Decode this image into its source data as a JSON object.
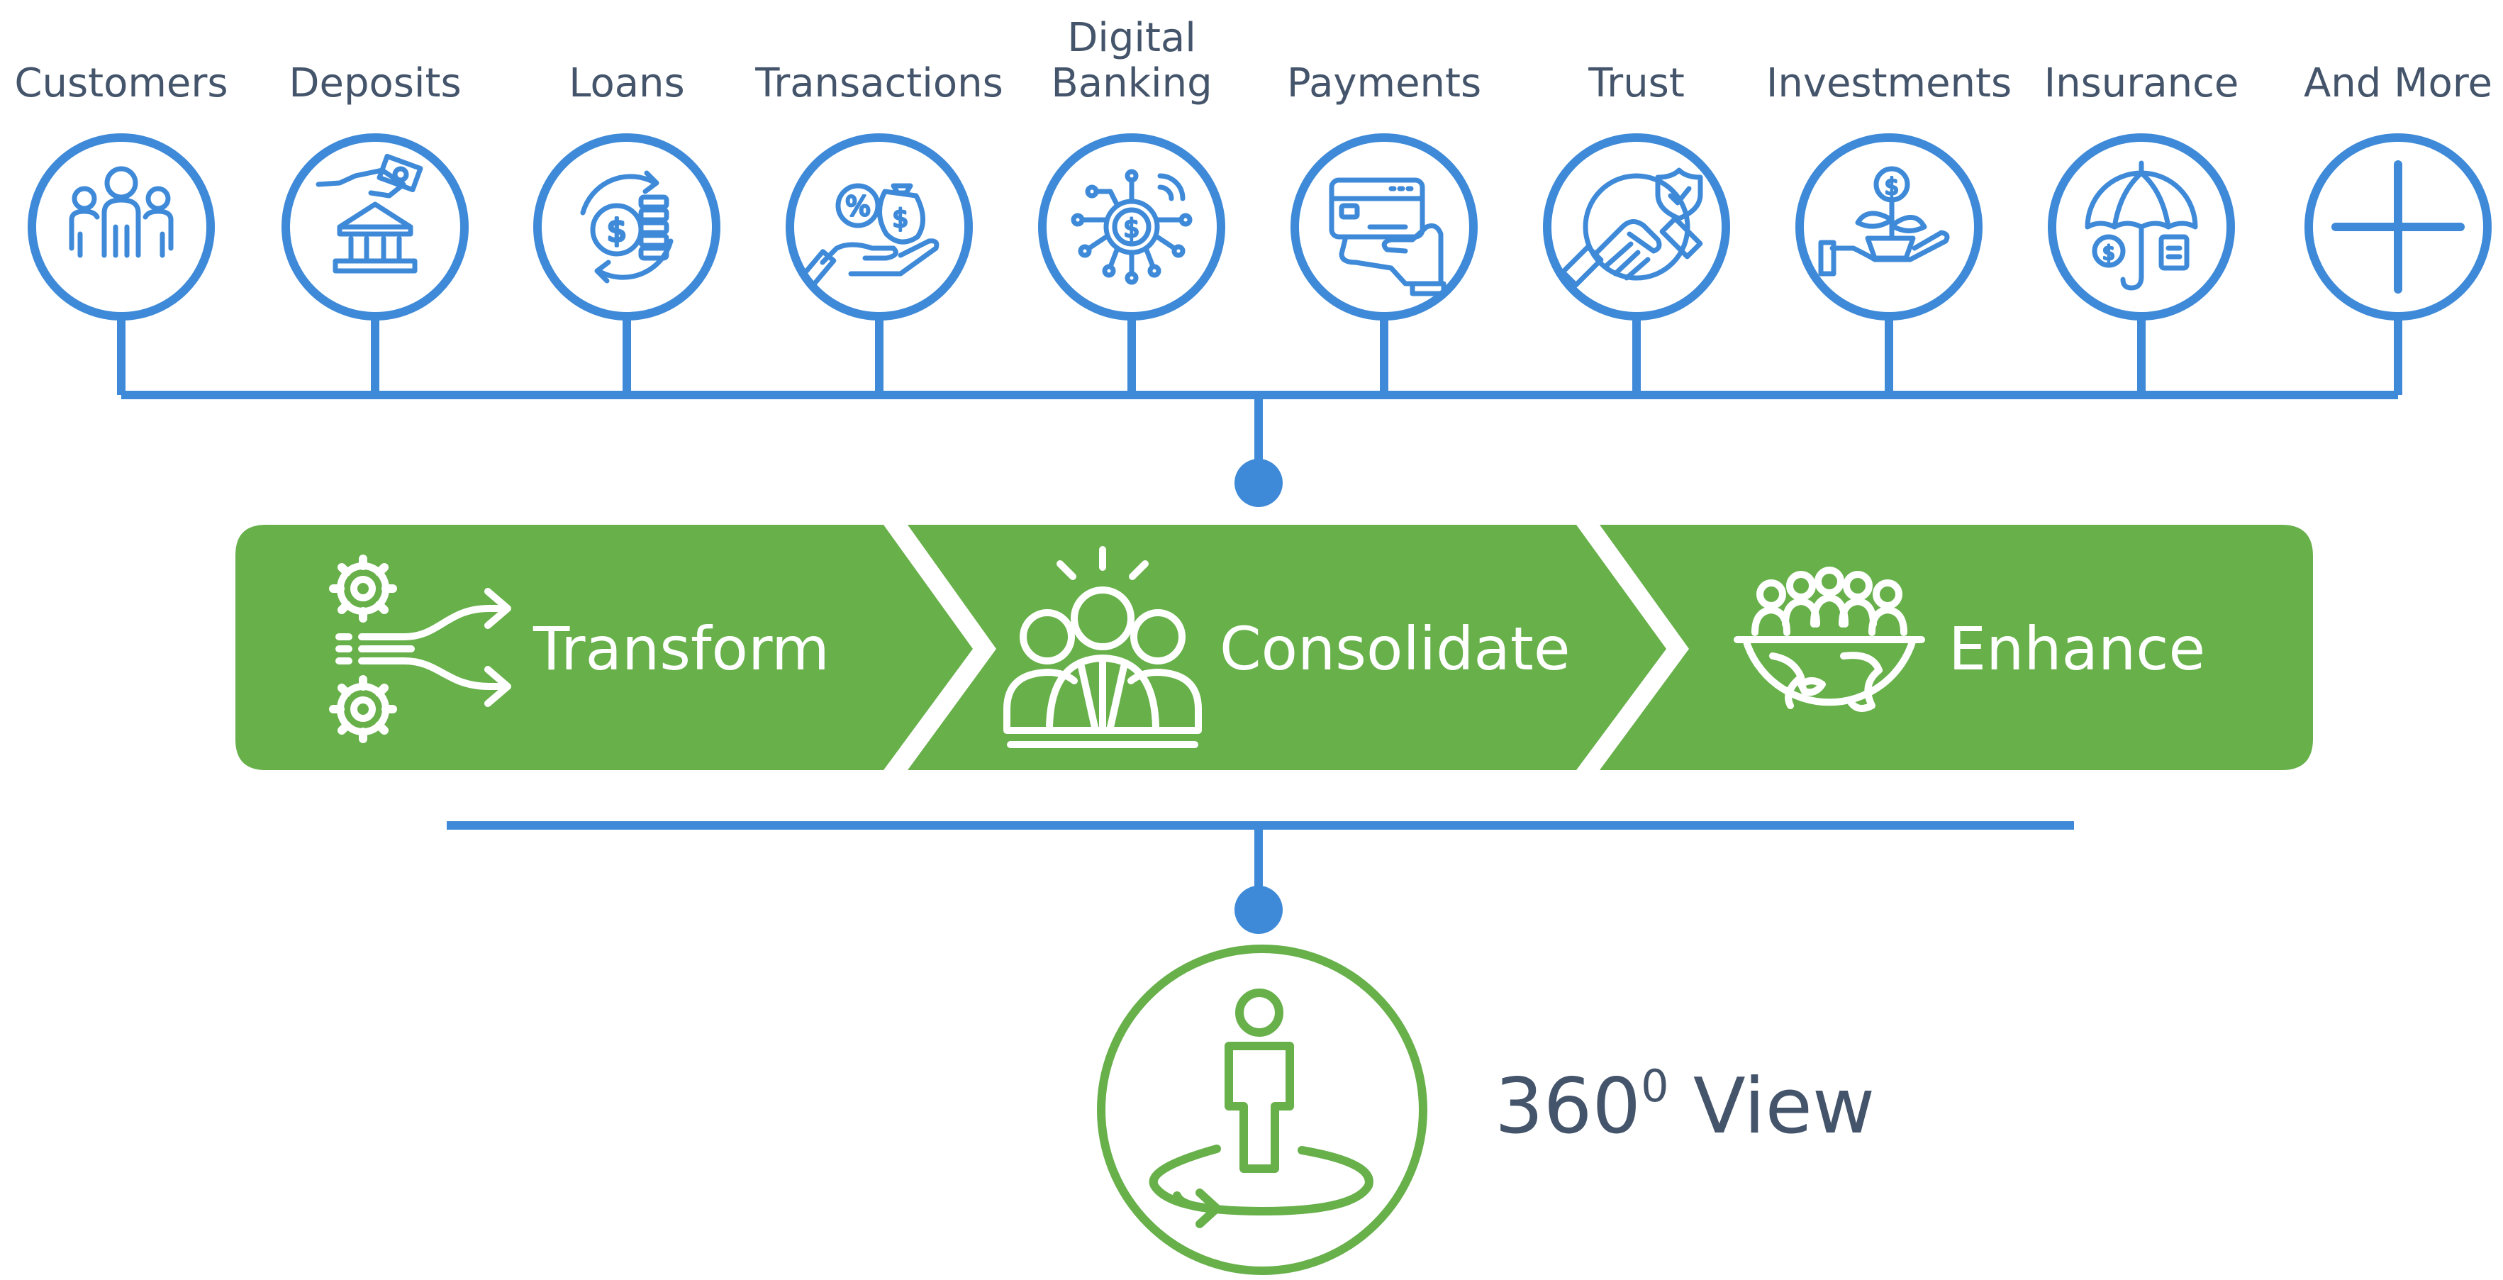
{
  "sources": [
    {
      "lines": [
        "Customers"
      ],
      "icon": "customers-group-icon"
    },
    {
      "lines": [
        "Deposits"
      ],
      "icon": "deposit-bank-icon"
    },
    {
      "lines": [
        "Loans"
      ],
      "icon": "loan-coins-icon"
    },
    {
      "lines": [
        "Transactions"
      ],
      "icon": "transaction-hand-money-icon"
    },
    {
      "lines": [
        "Digital",
        "Banking"
      ],
      "icon": "digital-banking-circuit-icon"
    },
    {
      "lines": [
        "Payments"
      ],
      "icon": "card-payment-icon"
    },
    {
      "lines": [
        "Trust"
      ],
      "icon": "trust-handshake-icon"
    },
    {
      "lines": [
        "Investments"
      ],
      "icon": "investment-plant-icon"
    },
    {
      "lines": [
        "Insurance"
      ],
      "icon": "insurance-umbrella-icon"
    },
    {
      "lines": [
        "And More"
      ],
      "icon": "plus-icon"
    }
  ],
  "phases": [
    {
      "label": "Transform",
      "icon": "transform-gears-arrows-icon"
    },
    {
      "label": "Consolidate",
      "icon": "consolidate-people-icon"
    },
    {
      "label": "Enhance",
      "icon": "enhance-globe-people-icon"
    }
  ],
  "result": {
    "label_main": "360",
    "label_sup": "0",
    "label_rest": " View",
    "icon": "person-360-view-icon"
  },
  "colors": {
    "blue": "#3f8ad8",
    "green": "#67b04a",
    "text": "#44546a",
    "white": "#ffffff"
  }
}
